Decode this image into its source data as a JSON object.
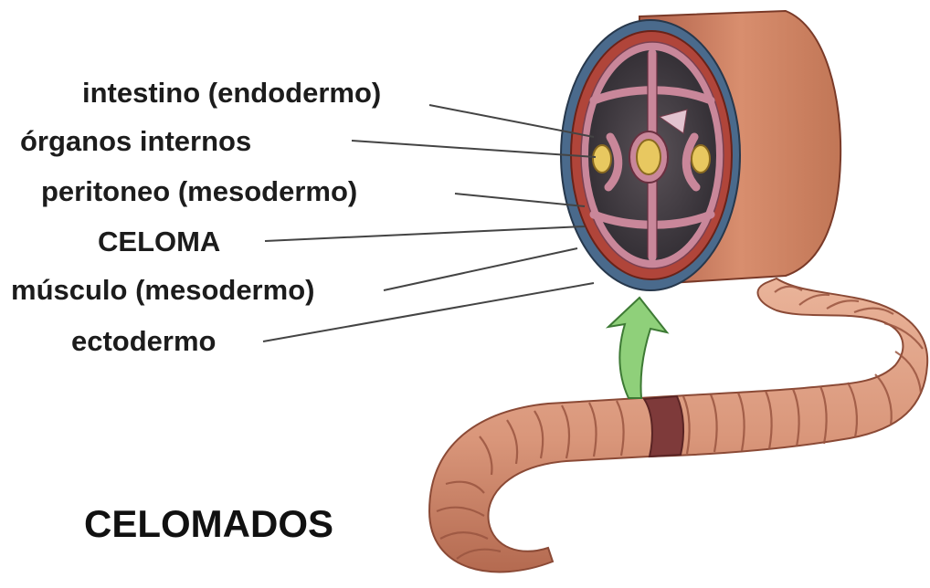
{
  "labels": {
    "intestino": "intestino (endodermo)",
    "organos": "órganos internos",
    "peritoneo": "peritoneo (mesodermo)",
    "celoma": "CELOMA",
    "musculo": "músculo (mesodermo)",
    "ectodermo": "ectodermo"
  },
  "title": "CELOMADOS",
  "colors": {
    "worm_body": "#d99a7c",
    "worm_shadow": "#a8624a",
    "clitellum": "#7e3a3a",
    "cylinder_side": "#c47a5a",
    "ectoderm_ring": "#4a6a8c",
    "muscle_ring": "#b0453a",
    "coelom_dark": "#3d3a3e",
    "peritoneum_pink": "#c9879a",
    "intestine_yellow": "#e8c860",
    "arrow_green": "#8fd07a",
    "leader_line": "#444444",
    "label_text": "#1c1c1c"
  }
}
